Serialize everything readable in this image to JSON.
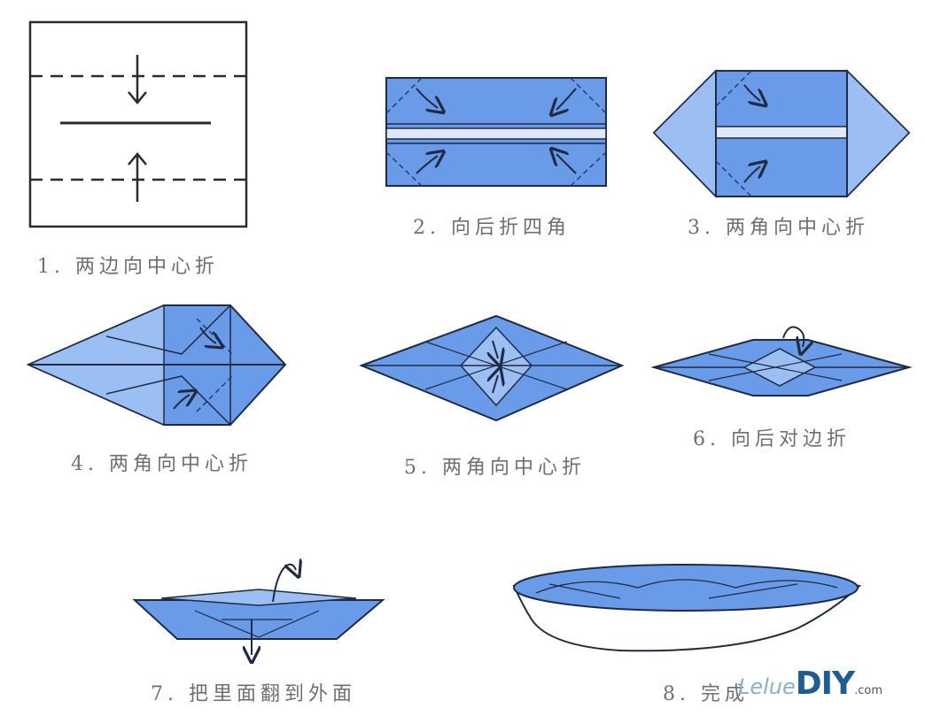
{
  "steps": [
    {
      "id": 1,
      "label": "1. 两边向中心折"
    },
    {
      "id": 2,
      "label": "2. 向后折四角"
    },
    {
      "id": 3,
      "label": "3. 两角向中心折"
    },
    {
      "id": 4,
      "label": "4. 两角向中心折"
    },
    {
      "id": 5,
      "label": "5. 两角向中心折"
    },
    {
      "id": 6,
      "label": "6. 向后对边折"
    },
    {
      "id": 7,
      "label": "7. 把里面翻到外面"
    },
    {
      "id": 8,
      "label": "8. 完成"
    }
  ],
  "watermark": {
    "prefix": "Lelue",
    "brand": "DIY",
    "suffix": ".com"
  },
  "colors": {
    "paper": "#6a9be8",
    "paper_light": "#9bbff2",
    "paper_dark": "#4f7fcd",
    "line": "#1f2a44",
    "label": "#6f6f6f"
  }
}
